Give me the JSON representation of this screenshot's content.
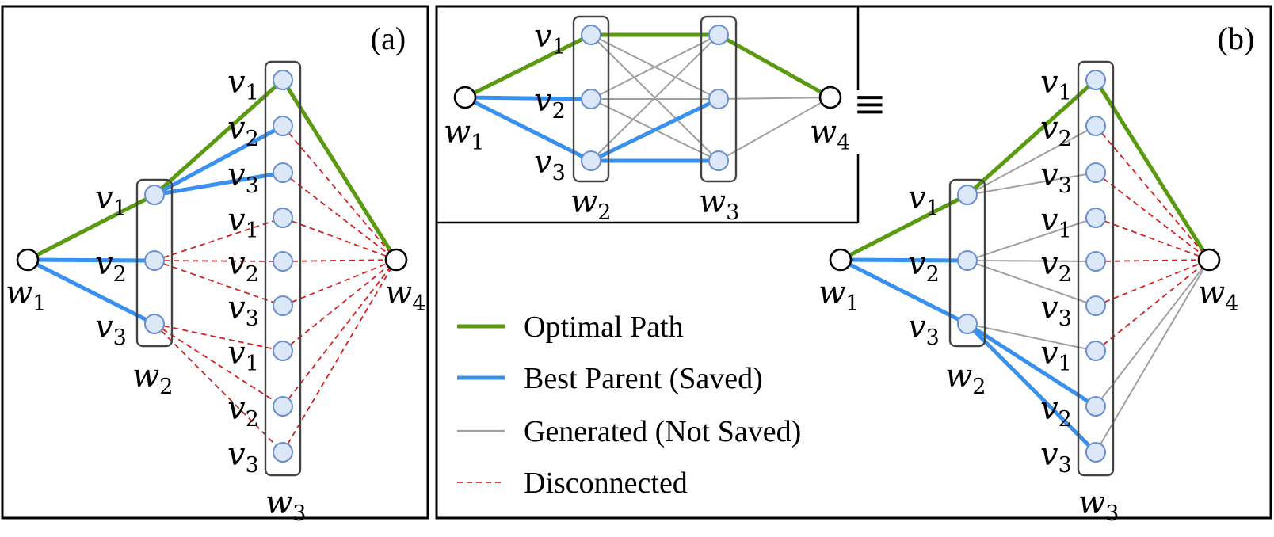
{
  "panels": {
    "a": {
      "tag": "(a)"
    },
    "b": {
      "tag": "(b)"
    }
  },
  "nodes": {
    "w1": {
      "base": "w",
      "sub": "1"
    },
    "w2": {
      "base": "w",
      "sub": "2"
    },
    "w3": {
      "base": "w",
      "sub": "3"
    },
    "w4": {
      "base": "w",
      "sub": "4"
    },
    "v1": {
      "base": "v",
      "sub": "1"
    },
    "v2": {
      "base": "v",
      "sub": "2"
    },
    "v3": {
      "base": "v",
      "sub": "3"
    }
  },
  "equiv_symbol": "≡",
  "legend": [
    {
      "key": "optimal",
      "label": "Optimal Path"
    },
    {
      "key": "best",
      "label": "Best Parent (Saved)"
    },
    {
      "key": "generated",
      "label": "Generated (Not Saved)"
    },
    {
      "key": "disconnected",
      "label": "Disconnected"
    }
  ],
  "colors": {
    "optimal": "#5a9a10",
    "best": "#3a90ef",
    "generated": "#a0a0a0",
    "disconnected": "#d42020",
    "node_fill": "#dce8f8",
    "node_stroke": "#6a8fcf"
  }
}
